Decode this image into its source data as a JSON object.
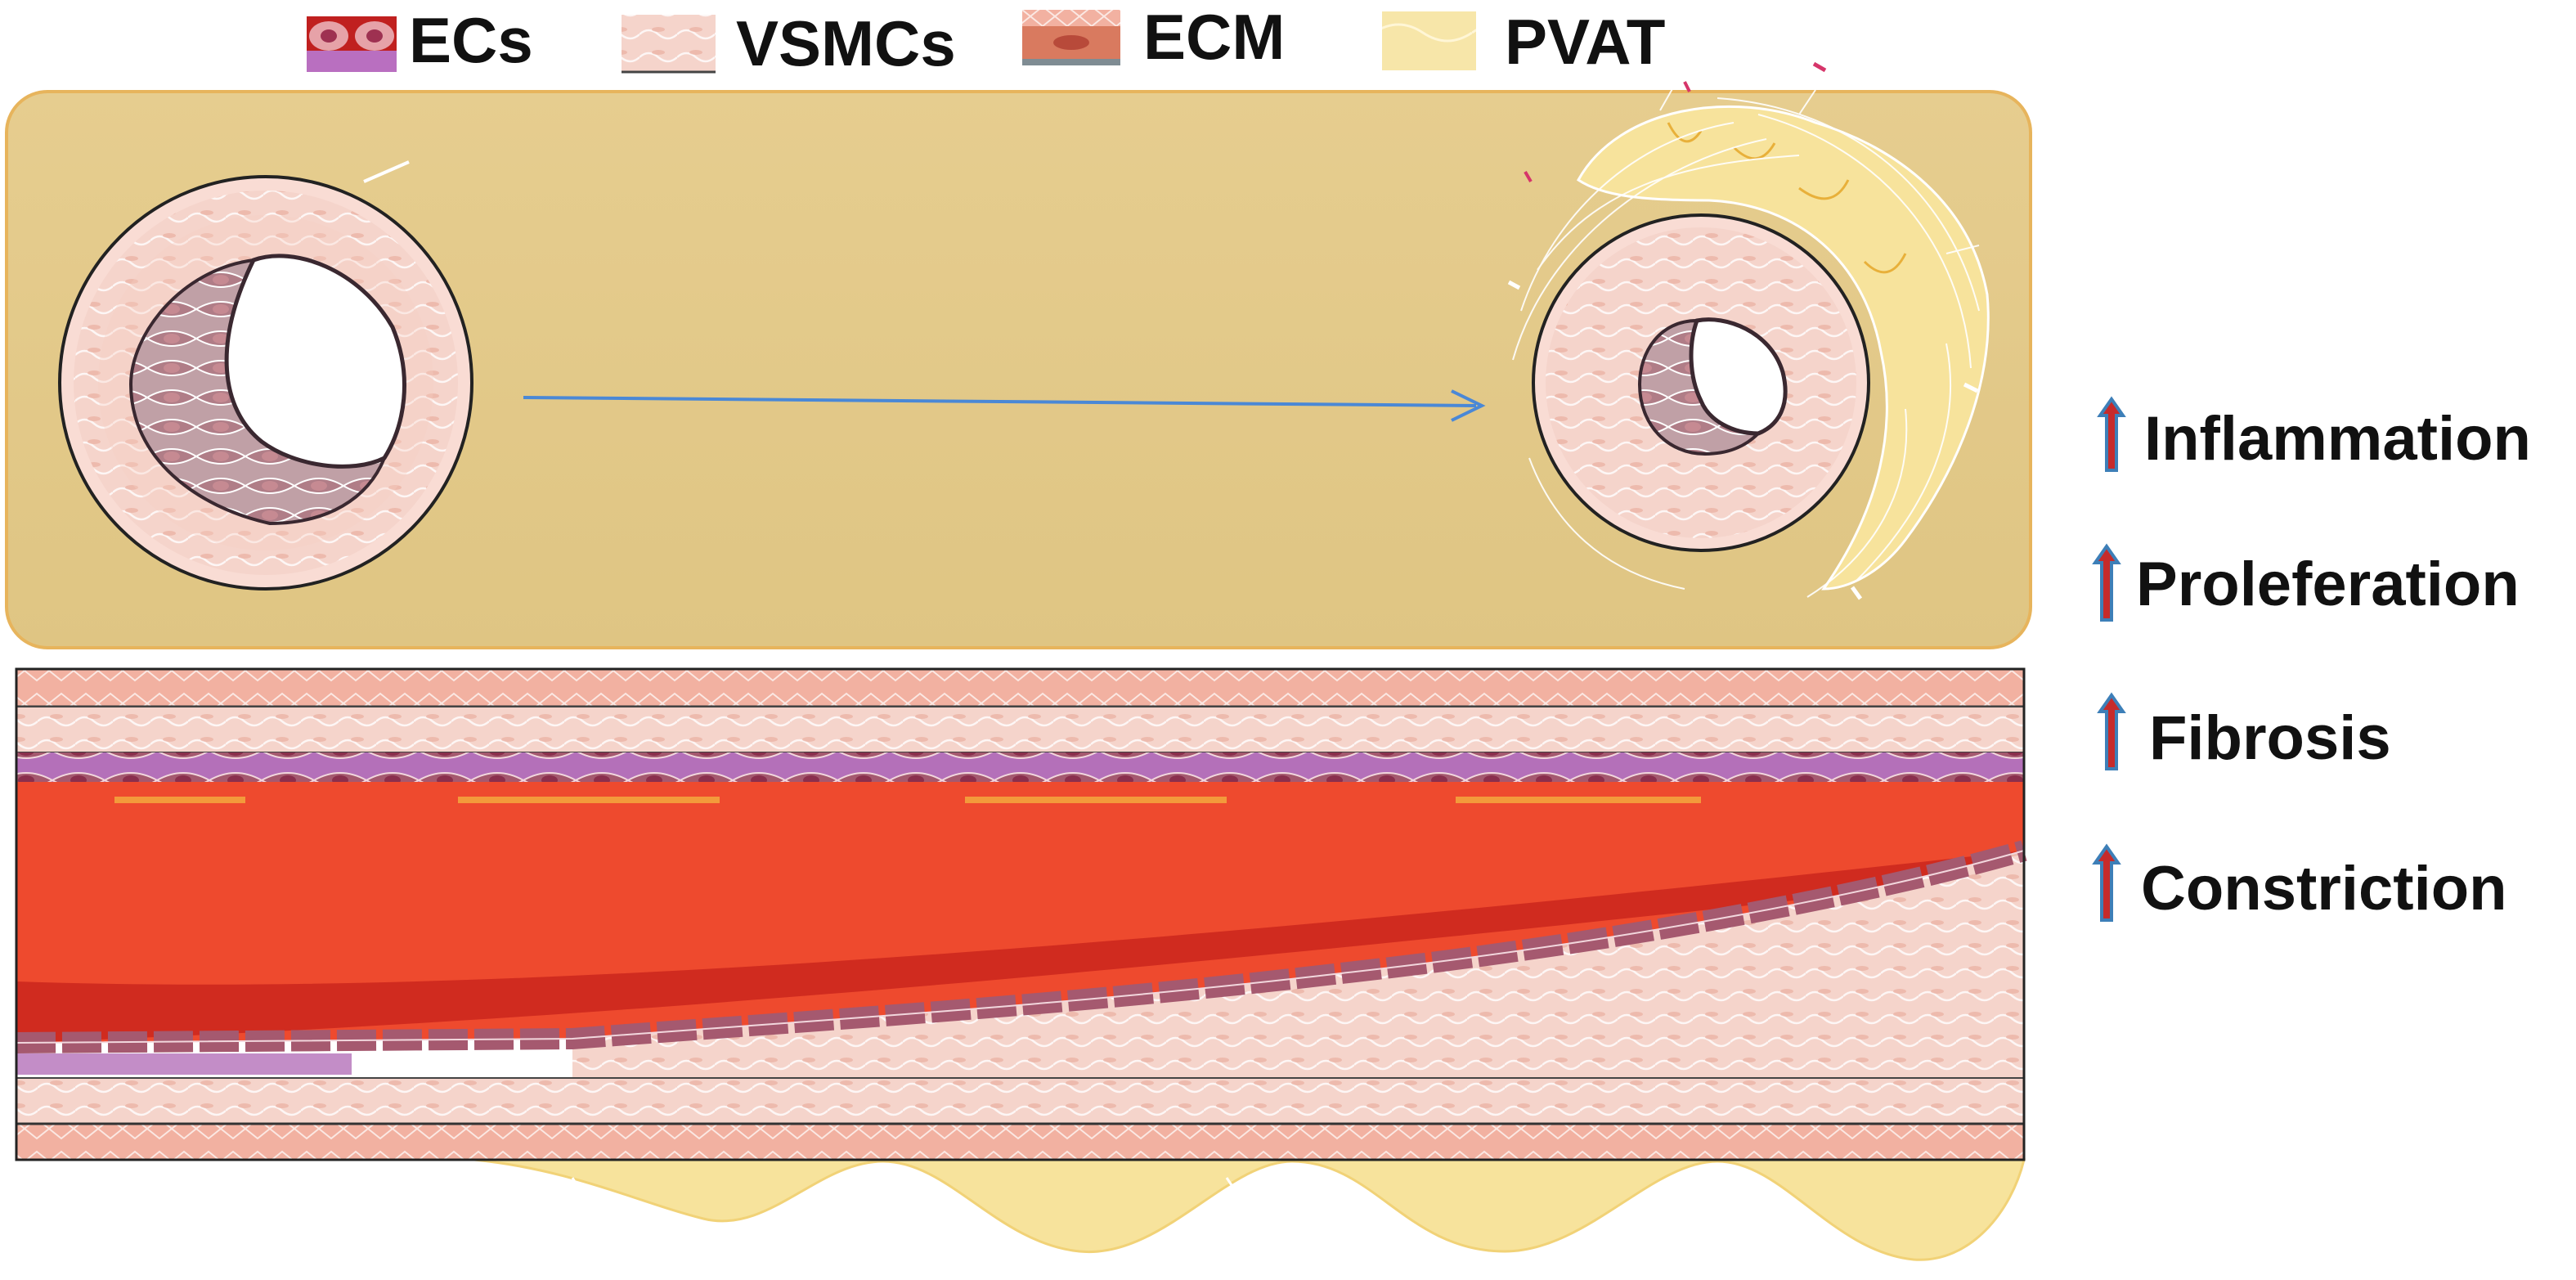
{
  "legend": [
    {
      "key": "ecs",
      "label": "ECs"
    },
    {
      "key": "vsmcs",
      "label": "VSMCs"
    },
    {
      "key": "ecm",
      "label": "ECM"
    },
    {
      "key": "pvat",
      "label": "PVAT"
    }
  ],
  "effects": [
    {
      "key": "inflammation",
      "label": "Inflammation"
    },
    {
      "key": "proliferation",
      "label": "Proleferation"
    },
    {
      "key": "fibrosis",
      "label": "Fibrosis"
    },
    {
      "key": "constriction",
      "label": "Constriction"
    }
  ],
  "colors": {
    "panel_bg": "#e2c98a",
    "panel_border": "#e3b25b",
    "vessel_wall": "#f4d3cb",
    "ec_purple": "#a4697a",
    "lumen_red": "#e8452c",
    "lumen_dark": "#c3231b",
    "pvat_yellow": "#f6e4a5",
    "arrow_blue": "#4a88d6",
    "effect_arrow_fill": "#c62b2b",
    "effect_arrow_outline": "#3d7fb8"
  }
}
